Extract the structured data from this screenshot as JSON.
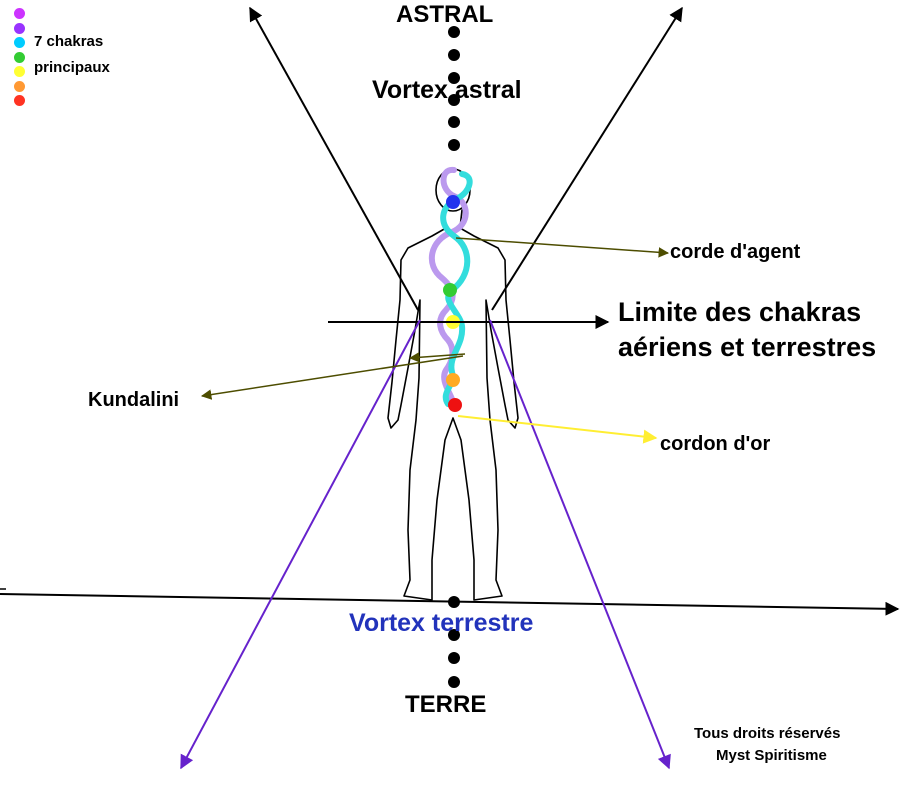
{
  "labels": {
    "astral": "ASTRAL",
    "vortex_astral": "Vortex astral",
    "corde_agent": "corde d'agent",
    "limite_line1": "Limite des chakras",
    "limite_line2": "aériens et terrestres",
    "kundalini": "Kundalini",
    "cordon_or": "cordon d'or",
    "vortex_terrestre": "Vortex terrestre",
    "terre": "TERRE",
    "copyright_line1": "Tous droits réservés",
    "copyright_line2": "Myst Spiritisme"
  },
  "legend": {
    "text_line1": "7 chakras",
    "text_line2": "principaux",
    "dot_colors": [
      "#cc33ff",
      "#9933ff",
      "#00ccff",
      "#33cc33",
      "#ffff33",
      "#ff9933",
      "#ff3322"
    ]
  },
  "colors": {
    "vortex_terrestre_text": "#2233bb",
    "kundalini_strand": "#bb99ee",
    "agent_strand": "#33dddd",
    "lower_cone": "#6622cc",
    "agent_arrow": "#4d4d00",
    "gold_arrow": "#ffee33"
  },
  "body_chakras": [
    "#2233ee",
    "#33cc33",
    "#ffff33",
    "#ffaa22",
    "#ee1111"
  ]
}
